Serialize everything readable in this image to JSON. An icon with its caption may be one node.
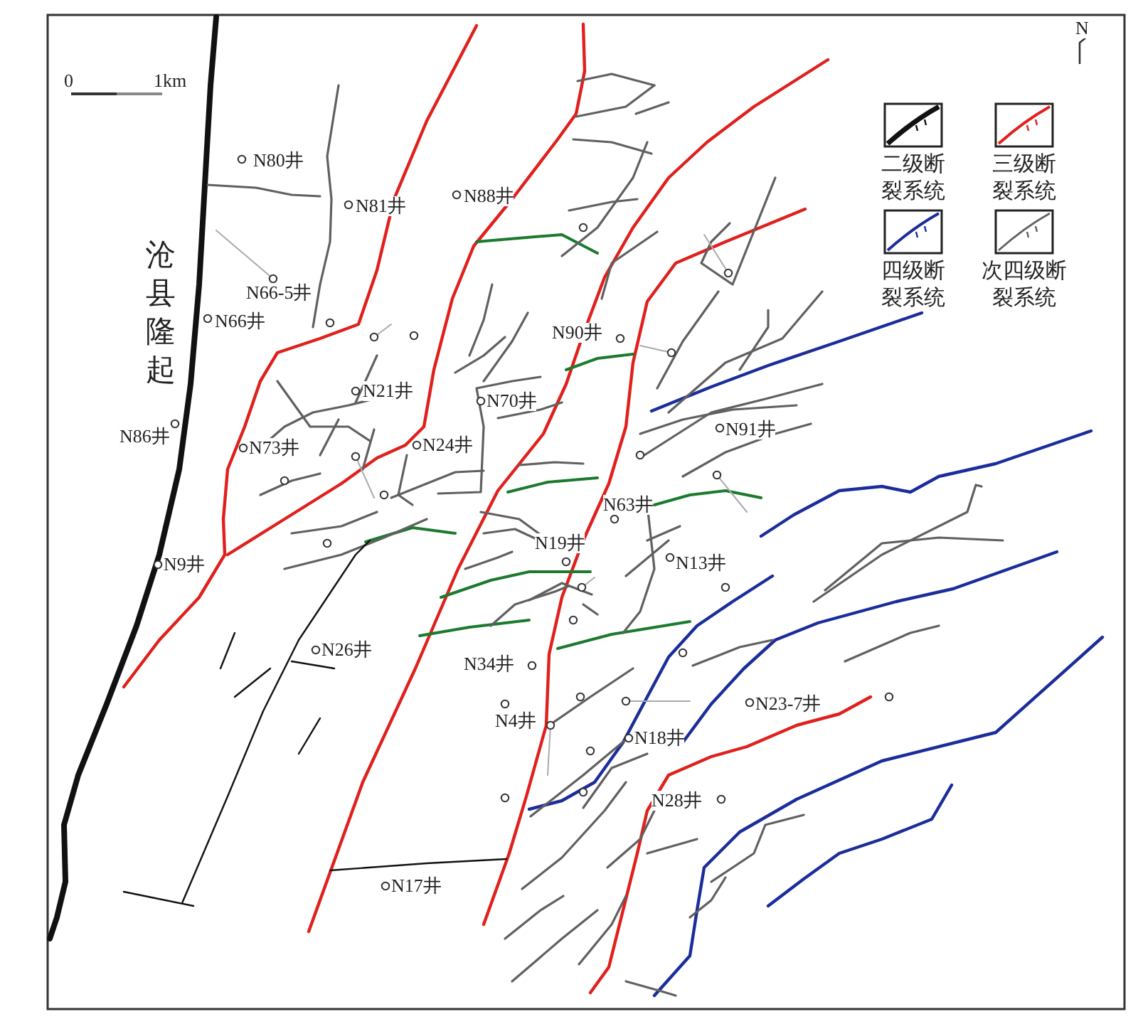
{
  "diagram": {
    "labels": [
      "0",
      "1km",
      "N",
      "N80井",
      "N81井",
      "N88井",
      "沧县隆起",
      "N66-5井",
      "N66井",
      "N90井",
      "N21井",
      "N70井",
      "N86井",
      "N91井",
      "N73井",
      "N24井",
      "N63井",
      "N9井",
      "N19井",
      "N13井",
      "N26井",
      "N34井",
      "N23-7井",
      "N4井",
      "N18井",
      "N28井",
      "N17井"
    ],
    "legend": [
      {
        "text": "二级断裂系统"
      },
      {
        "text": "三级断裂系统"
      },
      {
        "text": "四级断裂系统"
      },
      {
        "text": "次四级断裂系统"
      }
    ]
  }
}
